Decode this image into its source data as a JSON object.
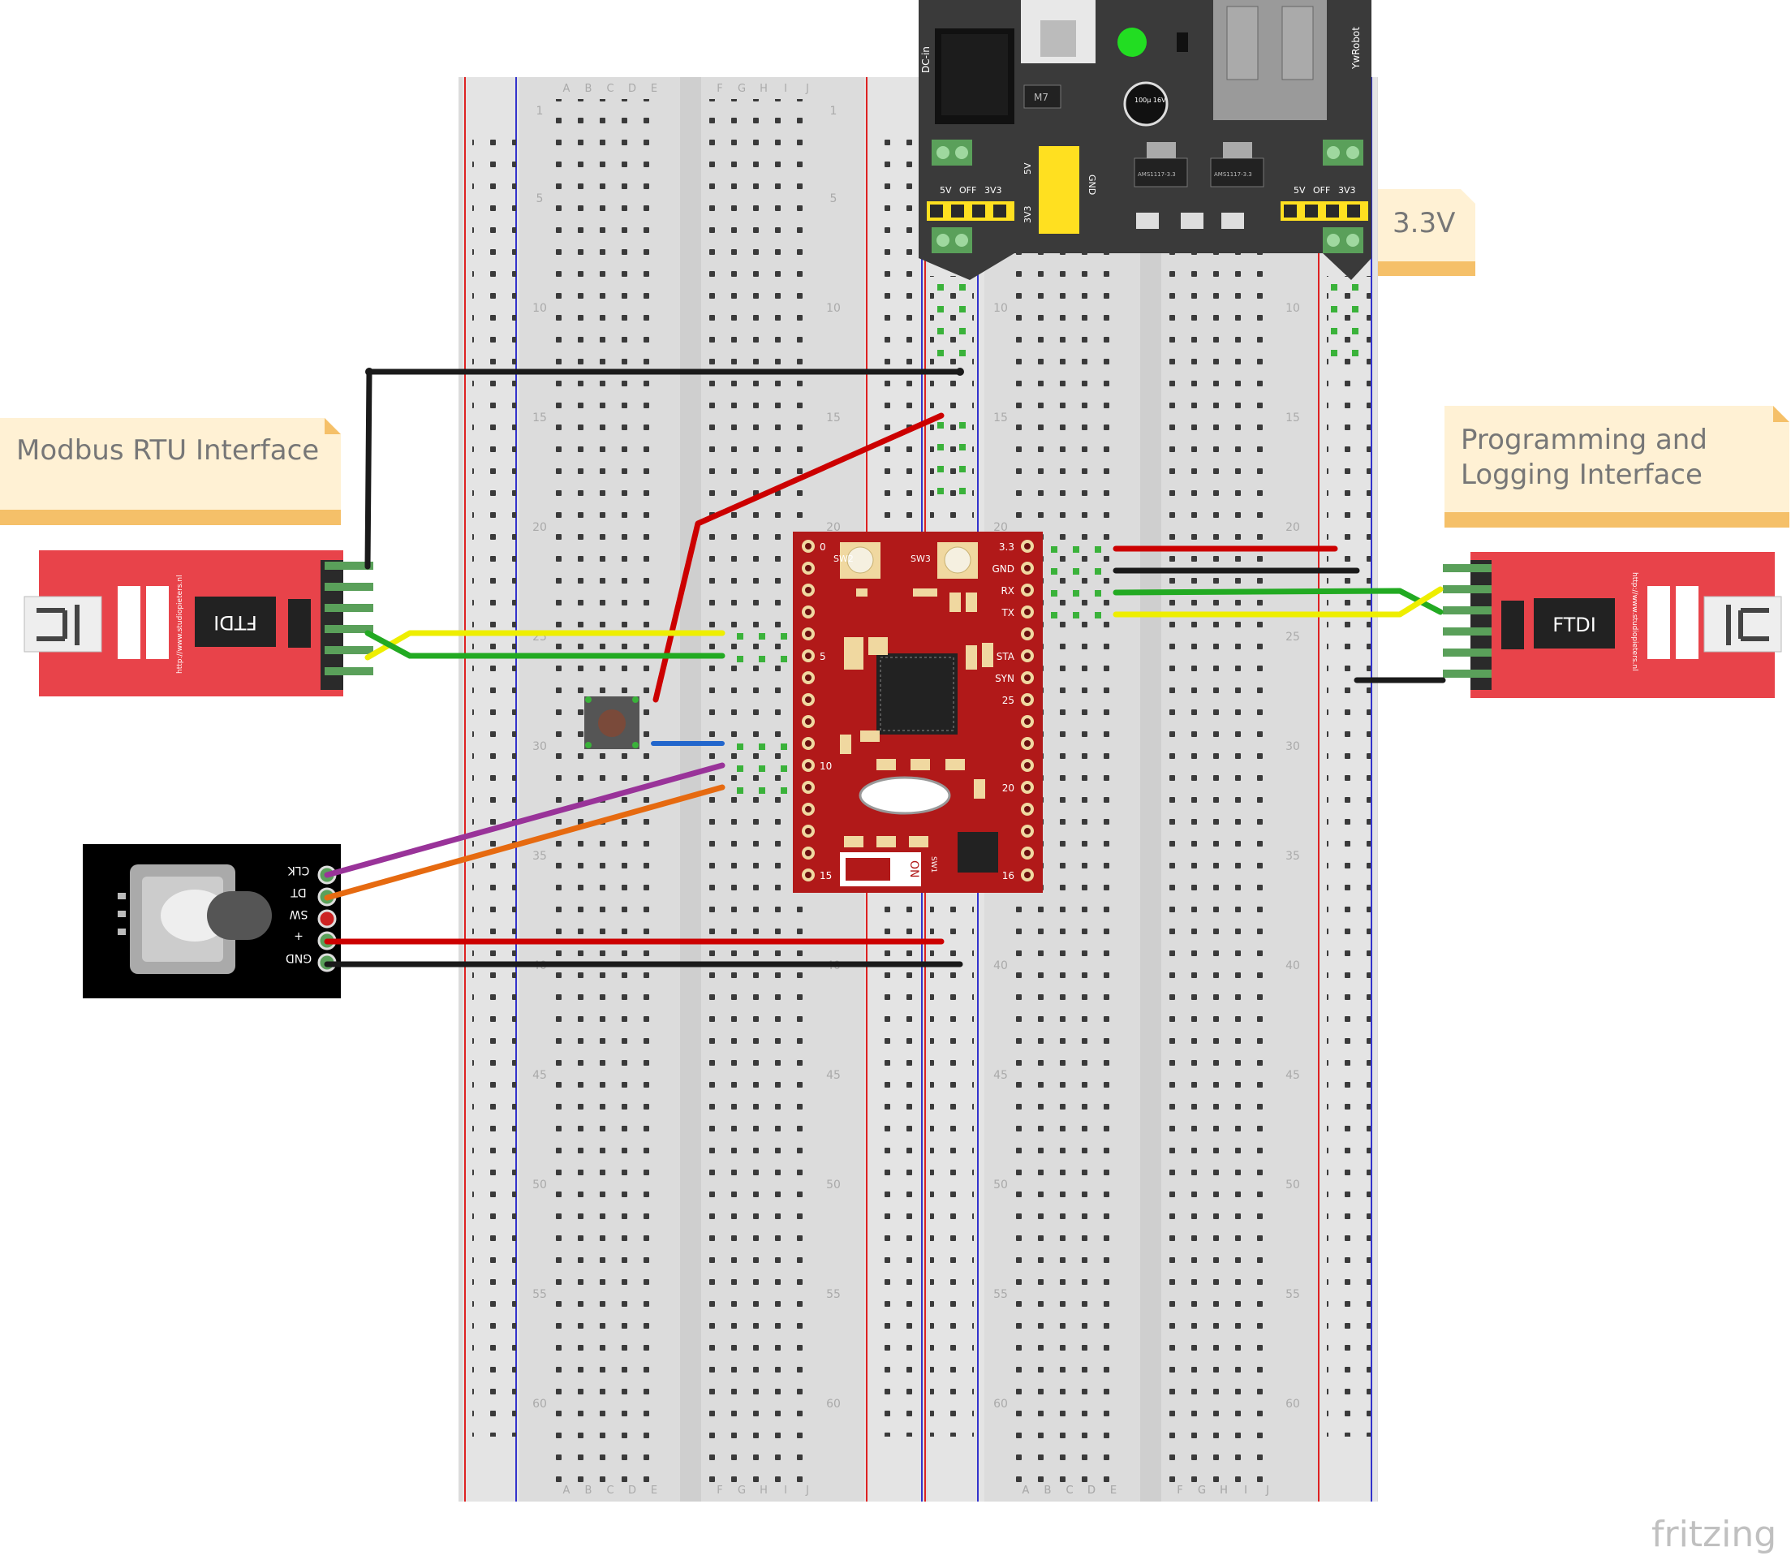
{
  "notes": {
    "modbus": "Modbus RTU Interface",
    "programming_line1": "Programming and",
    "programming_line2": "Logging Interface",
    "voltage": "3.3V"
  },
  "breadboard": {
    "columns_left": [
      "A",
      "B",
      "C",
      "D",
      "E"
    ],
    "columns_right": [
      "F",
      "G",
      "H",
      "I",
      "J"
    ],
    "row_numbers": [
      "1",
      "5",
      "10",
      "15",
      "20",
      "25",
      "30",
      "35",
      "40",
      "45",
      "50",
      "55",
      "60"
    ]
  },
  "ftdi_left": {
    "label": "FTDI",
    "url": "http://www.studiopieters.nl"
  },
  "ftdi_right": {
    "label": "FTDI",
    "url": "http://www.studiopieters.nl"
  },
  "mcu": {
    "left_pins": [
      "0",
      "",
      "",
      "",
      "",
      "5",
      "",
      "",
      "",
      "",
      "10",
      "",
      "",
      "",
      "",
      "15"
    ],
    "right_pins": [
      "3.3",
      "GND",
      "RX",
      "TX",
      "",
      "STA",
      "SYN",
      "25",
      "",
      "",
      "",
      "20",
      "",
      "",
      "",
      "16"
    ],
    "switch_labels": [
      "SW2",
      "SW3"
    ],
    "dip_on": "ON",
    "dip_name": "SW1"
  },
  "encoder": {
    "pins": [
      "CLK",
      "DT",
      "SW",
      "+",
      "GND"
    ]
  },
  "power_module": {
    "dc_in": "DC-in",
    "diode": "M7",
    "cap": "100µ 16V",
    "brand": "YwRobot",
    "rail_labels": [
      "5V",
      "OFF",
      "3V3"
    ],
    "regulator": "AMS1117-3.3",
    "side_5v": "5V",
    "side_3v3": "3V3",
    "gnd": "GND"
  },
  "watermark": "fritzing",
  "colors": {
    "wire_black": "#1a1a1a",
    "wire_red": "#cc0000",
    "wire_green": "#22aa22",
    "wire_yellow": "#eeee00",
    "wire_purple": "#993399",
    "wire_orange": "#e66a10",
    "wire_blue": "#2266cc",
    "mcu_red": "#b11919",
    "ftdi_red": "#e8434a",
    "note_fill": "#fff1d4",
    "note_band": "#f5c069"
  }
}
